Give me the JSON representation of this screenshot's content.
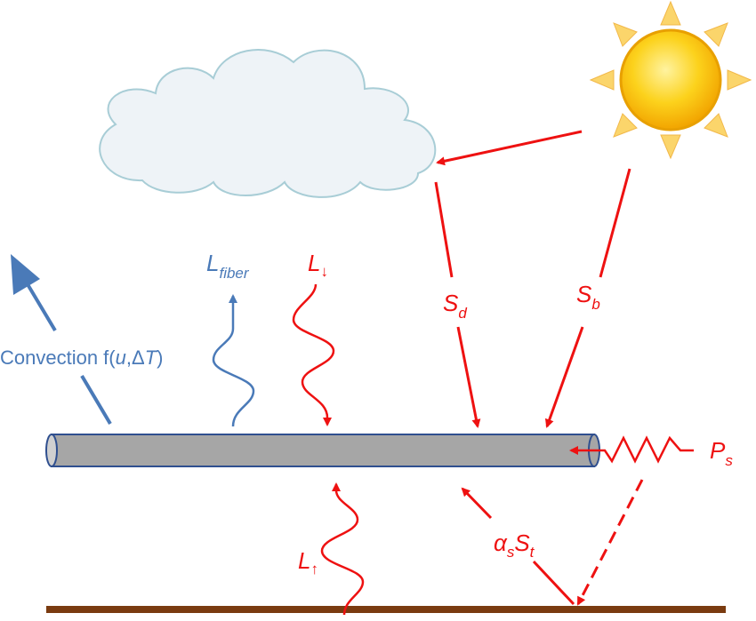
{
  "diagram": {
    "labels": {
      "convection_text": "Convection  f(",
      "convection_u": "u",
      "convection_comma": ",Δ",
      "convection_T": "T",
      "convection_close": ")",
      "l_fiber_main": "L",
      "l_fiber_sub": "fiber",
      "l_down_main": "L",
      "l_down_sub": "↓",
      "l_up_main": "L",
      "l_up_sub": "↑",
      "sd_main": "S",
      "sd_sub": "d",
      "sb_main": "S",
      "sb_sub": "b",
      "ps_main": "P",
      "ps_sub": "s",
      "alpha_main": "α",
      "alpha_sub": "s",
      "alpha_s": "S",
      "alpha_t": "t"
    },
    "colors": {
      "red": "#ee1111",
      "blue": "#4a7ab8",
      "fiber_fill": "#a6a6a6",
      "fiber_stroke": "#2f4f8f",
      "ground": "#7a3b10",
      "cloud_fill": "#eef3f7",
      "cloud_stroke": "#a8cdd6",
      "sun_core": "#f7b800",
      "sun_ray": "#fbd56b"
    },
    "icons": [
      "sun-icon",
      "cloud-icon"
    ]
  }
}
